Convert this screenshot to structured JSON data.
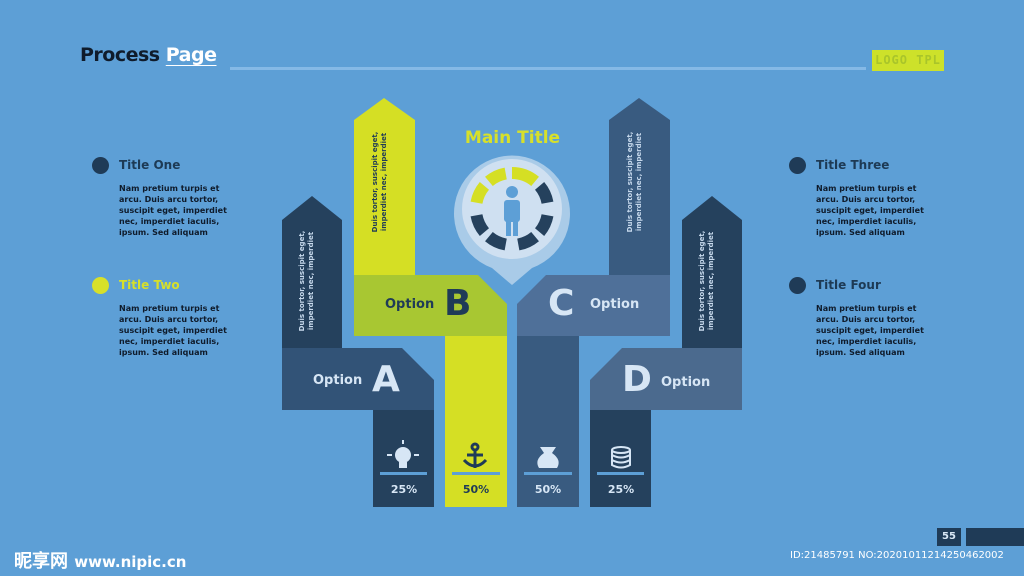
{
  "header": {
    "title_part1": "Process",
    "title_part2": "Page",
    "logo": "LOGO TPL"
  },
  "main_title": "Main Title",
  "side_items": [
    {
      "title": "Title One",
      "body": "Nam pretium turpis et arcu. Duis arcu tortor, suscipit eget, imperdiet nec, imperdiet iaculis, ipsum. Sed aliquam",
      "color": "#1f3b57"
    },
    {
      "title": "Title Two",
      "body": "Nam pretium turpis et arcu. Duis arcu tortor, suscipit eget, imperdiet nec, imperdiet iaculis, ipsum. Sed aliquam",
      "color": "#d7e02a"
    },
    {
      "title": "Title Three",
      "body": "Nam pretium turpis et arcu. Duis arcu tortor, suscipit eget, imperdiet nec, imperdiet iaculis, ipsum. Sed aliquam",
      "color": "#1f3b57"
    },
    {
      "title": "Title Four",
      "body": "Nam pretium turpis et arcu. Duis arcu tortor, suscipit eget, imperdiet nec, imperdiet iaculis, ipsum. Sed aliquam",
      "color": "#1f3b57"
    }
  ],
  "options": [
    {
      "word": "Option",
      "letter": "A",
      "text": "Duis tortor, suscipit eget, imperdiet nec, imperdiet",
      "percent": "25%",
      "icon": "lightbulb-icon"
    },
    {
      "word": "Option",
      "letter": "B",
      "text": "Duis tortor, suscipit eget, imperdiet nec, imperdiet",
      "percent": "50%",
      "icon": "anchor-icon"
    },
    {
      "word": "Option",
      "letter": "C",
      "text": "Duis tortor, suscipit eget, imperdiet nec, imperdiet",
      "percent": "50%",
      "icon": "money-bag-icon"
    },
    {
      "word": "Option",
      "letter": "D",
      "text": "Duis tortor, suscipit eget, imperdiet nec, imperdiet",
      "percent": "25%",
      "icon": "coins-icon"
    }
  ],
  "page_number": "55",
  "watermark": {
    "site": "昵享网",
    "url": "www.nipic.cn",
    "id": "ID:21485791 NO:20201011214250462002"
  },
  "colors": {
    "background": "#5d9fd6",
    "navy": "#1f3b57",
    "yellow": "#d7e02a",
    "slate": "#3f6489"
  }
}
